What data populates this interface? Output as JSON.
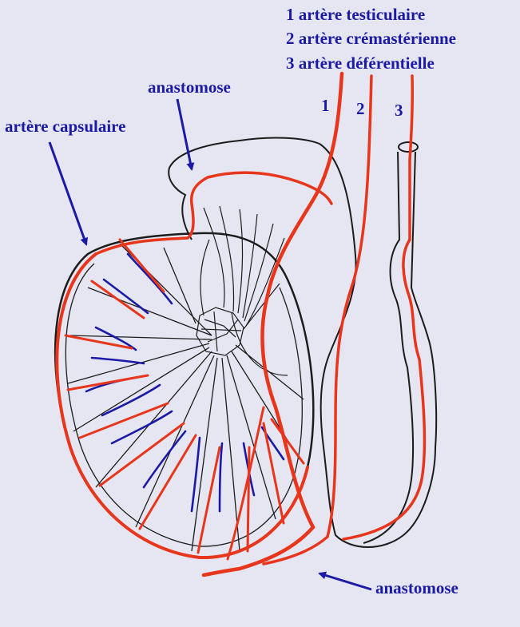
{
  "colors": {
    "background": "#e6e6f2",
    "text": "#1a1aa6",
    "artery": "#e8361c",
    "vein": "#1a1aa6",
    "outline": "#1c1c1c"
  },
  "legend": [
    "1 artère testiculaire",
    "2 artère crémastérienne",
    "3 artère déférentielle"
  ],
  "numbers": [
    "1",
    "2",
    "3"
  ],
  "callouts": {
    "anastomose_top": "anastomose",
    "artere_capsulaire": "artère capsulaire",
    "anastomose_bottom": "anastomose"
  }
}
